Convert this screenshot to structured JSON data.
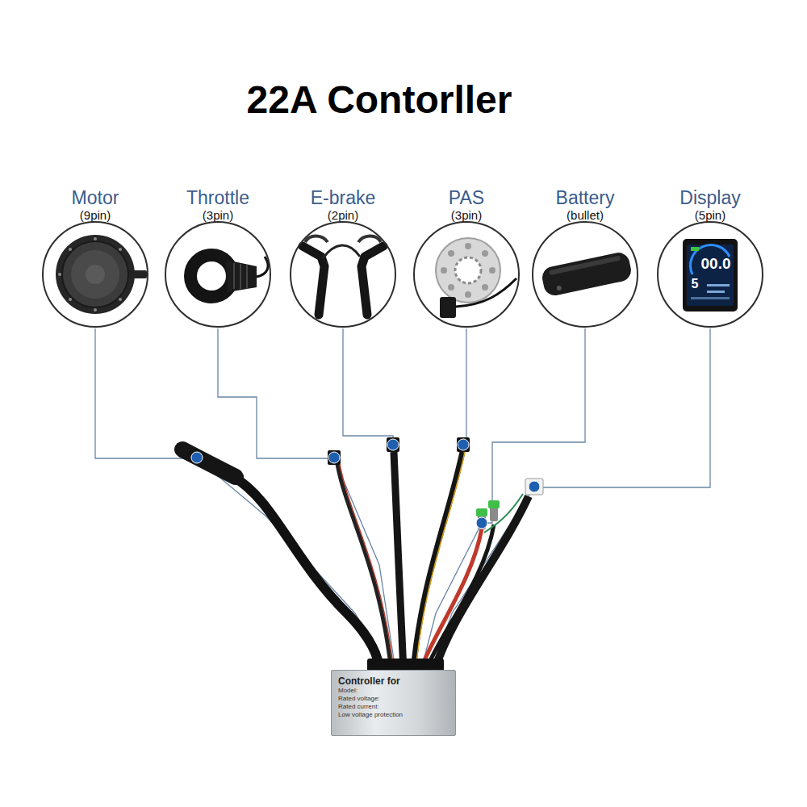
{
  "diagram": {
    "title": "22A Contorller",
    "nodes": [
      {
        "text": [
          "Motor",
          "(9pin)"
        ]
      },
      {
        "text": [
          "Throttle",
          "(3pin)"
        ]
      },
      {
        "text": [
          "E-brake",
          "(2pin)"
        ]
      },
      {
        "text": [
          "PAS",
          "(3pin)"
        ]
      },
      {
        "text": [
          "Battery",
          "(bullet)"
        ]
      },
      {
        "text": [
          "Display",
          "(5pin)"
        ]
      },
      {
        "text": [
          "Controller for",
          "Model:",
          "Rated voltage:",
          "Rated current:",
          "Low voltage protection"
        ]
      }
    ],
    "edges": [
      {
        "from": 0,
        "to": 6,
        "arrow": "none"
      },
      {
        "from": 1,
        "to": 6,
        "arrow": "none"
      },
      {
        "from": 2,
        "to": 6,
        "arrow": "none"
      },
      {
        "from": 3,
        "to": 6,
        "arrow": "none"
      },
      {
        "from": 4,
        "to": 6,
        "arrow": "none"
      },
      {
        "from": 5,
        "to": 6,
        "arrow": "none"
      }
    ],
    "labels": [
      "00.0",
      "5"
    ]
  }
}
